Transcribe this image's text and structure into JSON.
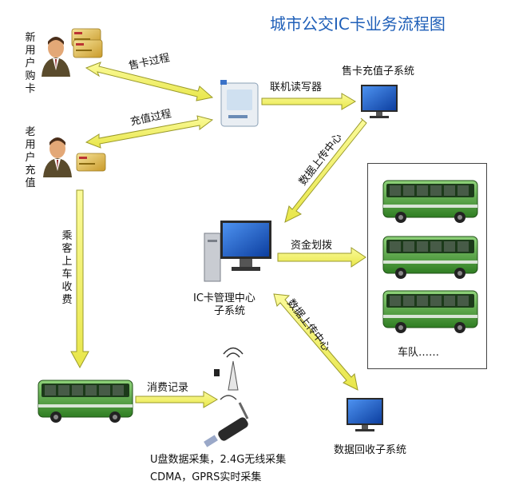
{
  "title": "城市公交IC卡业务流程图",
  "labels": {
    "new_user": "新用户购卡",
    "old_user": "老用户充值",
    "sell_card": "售卡过程",
    "recharge": "充值过程",
    "online_reader": "联机读写器",
    "recharge_system": "售卡充值子系统",
    "data_upload_1": "数据上传中心",
    "fund_allocation": "资金划拨",
    "ic_center_line1": "IC卡管理中心",
    "ic_center_line2": "子系统",
    "data_upload_2": "数据上传中心",
    "passenger_fare": "乘客上车收费",
    "fleet": "车队……",
    "consumption": "消费记录",
    "recovery_system": "数据回收子系统",
    "collect_line1": "U盘数据采集，2.4G无线采集",
    "collect_line2": "CDMA，GPRS实时采集"
  },
  "colors": {
    "arrow_fill": "#f4f25a",
    "arrow_stroke": "#9a9a2a",
    "title": "#1f5fb8",
    "bus_green": "#3f9a2e",
    "monitor_blue": "#1e63c8"
  },
  "icons": [
    "customer-icon",
    "ic-card-icon",
    "card-reader-icon",
    "monitor-icon",
    "server-pc-icon",
    "bus-icon",
    "wireless-tower-icon",
    "usb-drive-icon"
  ]
}
